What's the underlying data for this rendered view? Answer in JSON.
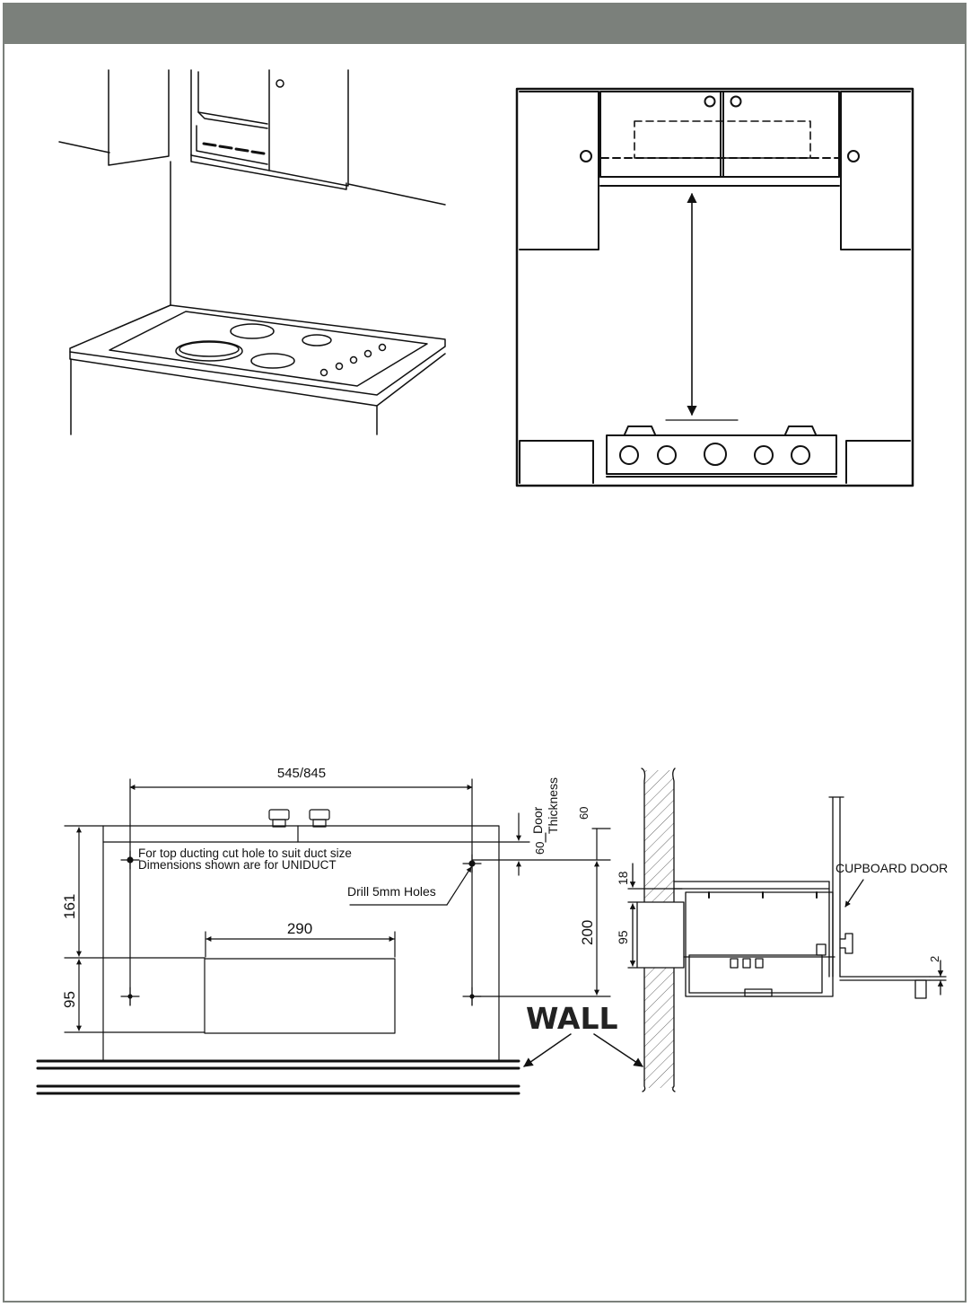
{
  "colors": {
    "header_bar": "#7b807b",
    "border": "#7b807b",
    "line": "#111111"
  },
  "labels": {
    "width_dim": "545/845",
    "door": "Door",
    "thickness": "Thickness",
    "door_dim_top": "60",
    "door_dim_side": "60",
    "note_line1": "For top ducting cut hole to suit duct size",
    "note_line2": "Dimensions shown are for UNIDUCT",
    "drill_note": "Drill 5mm Holes",
    "dim_161": "161",
    "dim_95_left": "95",
    "dim_290": "290",
    "dim_200": "200",
    "wall": "WALL",
    "dim_18": "18",
    "dim_95_right": "95",
    "cupboard_door": "CUPBOARD DOOR",
    "dim_2": "2"
  }
}
